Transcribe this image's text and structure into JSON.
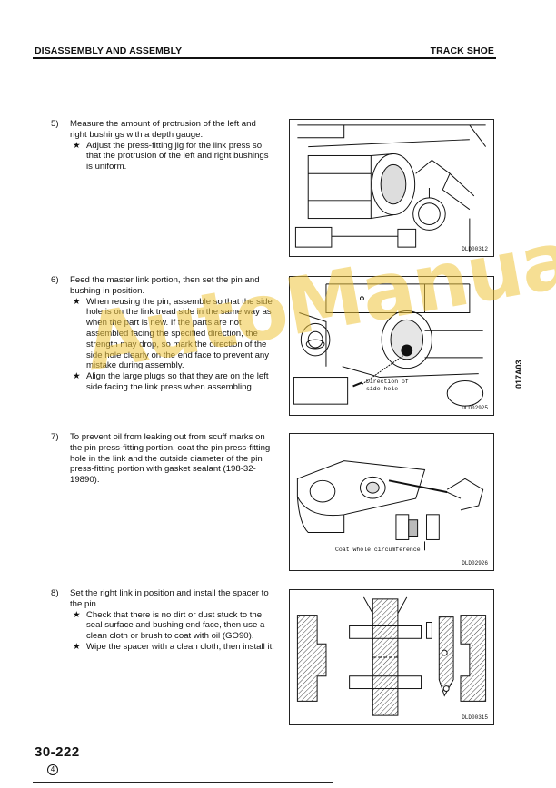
{
  "header": {
    "section": "DISASSEMBLY AND ASSEMBLY",
    "topic": "TRACK SHOE"
  },
  "side_code": "017A03",
  "steps": [
    {
      "num": "5)",
      "text": "Measure the amount of protrusion of the left and right bushings with a depth gauge.",
      "notes": [
        "Adjust the press-fitting jig for the link press so that the protrusion of the left and right bushings is uniform."
      ],
      "figure": {
        "code": "DLD00312",
        "labels": []
      }
    },
    {
      "num": "6)",
      "text": "Feed the master link portion, then set the pin and bushing in position.",
      "notes": [
        "When reusing the pin, assemble so that the side hole is on the link tread side in the same way as when the part is new. If the parts are not assembled facing the specified direction, the strength may drop, so mark the direction of the side hole clearly on the end face to prevent any mistake during assembly.",
        "Align the large plugs so that they are on the left side facing the link press when assembling."
      ],
      "figure": {
        "code": "DLD02925",
        "labels": [
          "Direction of",
          "side hole"
        ]
      }
    },
    {
      "num": "7)",
      "text": "To prevent oil from leaking out from scuff marks on the pin press-fitting portion, coat the pin press-fitting hole in the link and the outside diameter of the pin press-fitting portion with gasket sealant (198-32-19890).",
      "notes": [],
      "figure": {
        "code": "DLD02926",
        "labels": [
          "Coat whole circumference"
        ]
      }
    },
    {
      "num": "8)",
      "text": "Set the right link in position and install the spacer to the pin.",
      "notes": [
        "Check that there is no dirt or dust stuck to the seal surface and bushing end face, then use a clean cloth or brush to coat with oil (GO90).",
        "Wipe the spacer with a clean cloth, then install it."
      ],
      "figure": {
        "code": "DLD00315",
        "labels": []
      }
    }
  ],
  "note_marker": "★",
  "footer": {
    "page_number": "30-222",
    "revision": "4"
  },
  "watermark": "AutoManual"
}
